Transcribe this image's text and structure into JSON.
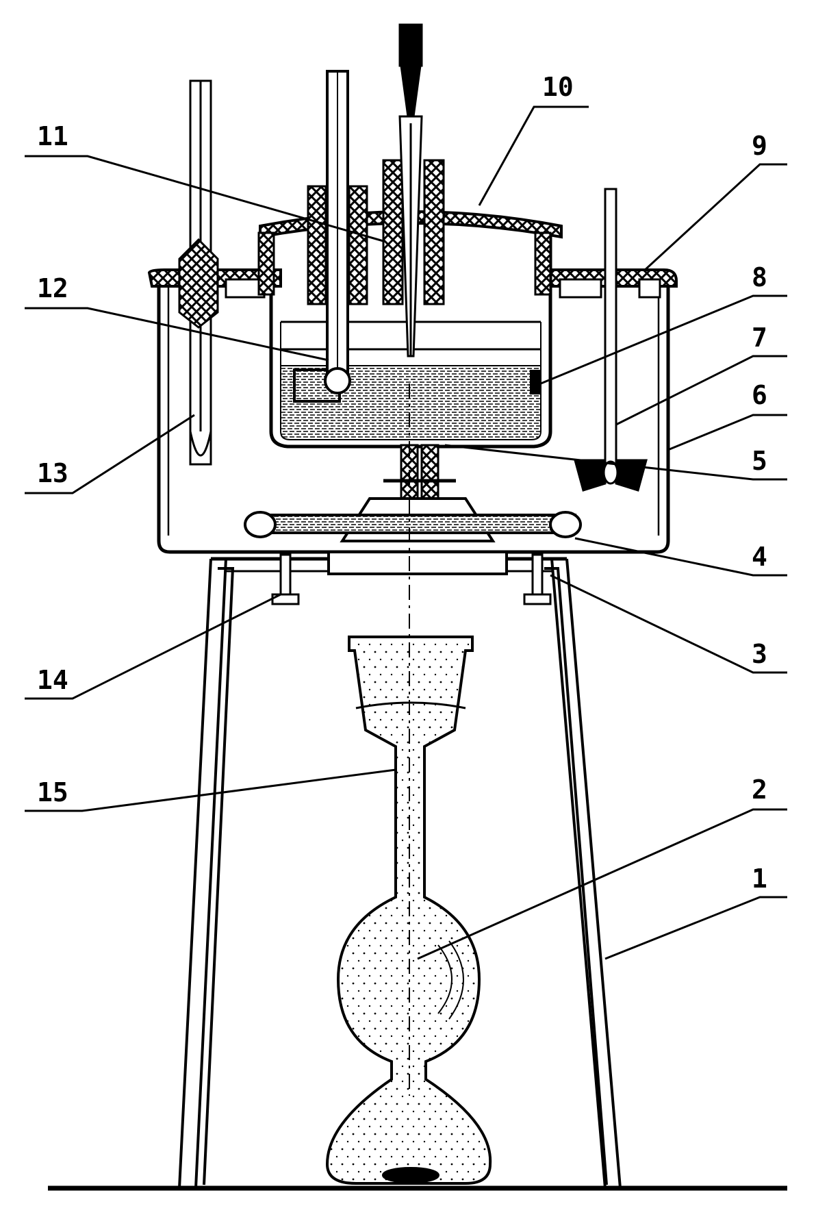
{
  "callouts": [
    {
      "id": "label-10",
      "text": "10"
    },
    {
      "id": "label-11",
      "text": "11"
    },
    {
      "id": "label-9",
      "text": "9"
    },
    {
      "id": "label-12",
      "text": "12"
    },
    {
      "id": "label-8",
      "text": "8"
    },
    {
      "id": "label-7",
      "text": "7"
    },
    {
      "id": "label-6",
      "text": "6"
    },
    {
      "id": "label-13",
      "text": "13"
    },
    {
      "id": "label-5",
      "text": "5"
    },
    {
      "id": "label-4",
      "text": "4"
    },
    {
      "id": "label-3",
      "text": "3"
    },
    {
      "id": "label-14",
      "text": "14"
    },
    {
      "id": "label-15",
      "text": "15"
    },
    {
      "id": "label-2",
      "text": "2"
    },
    {
      "id": "label-1",
      "text": "1"
    }
  ],
  "colors": {
    "ink": "#000000",
    "paper": "#ffffff"
  }
}
